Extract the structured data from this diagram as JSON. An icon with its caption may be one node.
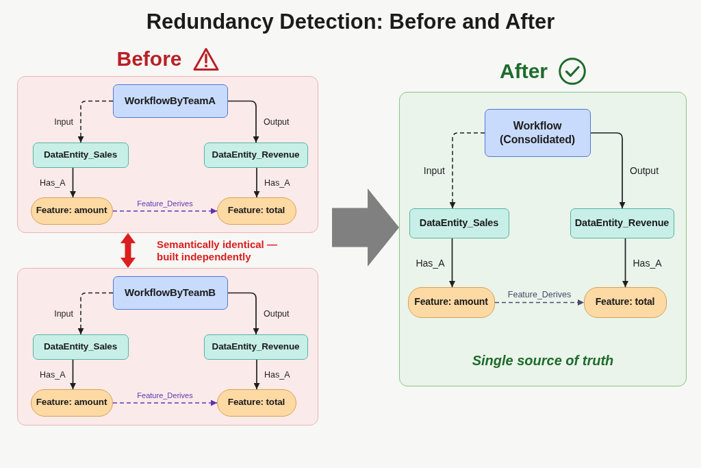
{
  "diagram": {
    "title": "Redundancy Detection: Before and After",
    "nodes": [
      {
        "text": [
          "Before"
        ]
      },
      {
        "text": [
          "WorkflowByTeamA"
        ],
        "in": 0
      },
      {
        "text": [
          "DataEntity_Sales"
        ],
        "in": 0
      },
      {
        "text": [
          "DataEntity_Revenue"
        ],
        "in": 0
      },
      {
        "text": [
          "Feature: amount"
        ],
        "in": 0
      },
      {
        "text": [
          "Feature: total"
        ],
        "in": 0
      },
      {
        "text": [],
        "shape": "box"
      },
      {
        "text": [
          "WorkflowByTeamB"
        ],
        "in": 6
      },
      {
        "text": [
          "DataEntity_Sales"
        ],
        "in": 6
      },
      {
        "text": [
          "DataEntity_Revenue"
        ],
        "in": 6
      },
      {
        "text": [
          "Feature: amount"
        ],
        "in": 6
      },
      {
        "text": [
          "Feature: total"
        ],
        "in": 6
      },
      {
        "text": [
          "After",
          "Single source of truth"
        ]
      },
      {
        "text": [
          "Workflow (Consolidated)"
        ],
        "in": 12
      },
      {
        "text": [
          "DataEntity_Sales"
        ],
        "in": 12
      },
      {
        "text": [
          "DataEntity_Revenue"
        ],
        "in": 12
      },
      {
        "text": [
          "Feature: amount"
        ],
        "in": 12
      },
      {
        "text": [
          "Feature: total"
        ],
        "in": 12
      }
    ],
    "edges": [
      {
        "from": 1,
        "to": 2,
        "arrow": "to",
        "label": "Input",
        "style": "dashed"
      },
      {
        "from": 1,
        "to": 3,
        "arrow": "to",
        "label": "Output"
      },
      {
        "from": 2,
        "to": 4,
        "arrow": "to",
        "label": "Has_A"
      },
      {
        "from": 3,
        "to": 5,
        "arrow": "to",
        "label": "Has_A"
      },
      {
        "from": 4,
        "to": 5,
        "arrow": "to",
        "label": "Feature_Derives",
        "style": "dashed",
        "color": "#5b35b0"
      },
      {
        "from": 7,
        "to": 8,
        "arrow": "to",
        "label": "Input",
        "style": "dashed"
      },
      {
        "from": 7,
        "to": 9,
        "arrow": "to",
        "label": "Output"
      },
      {
        "from": 8,
        "to": 10,
        "arrow": "to",
        "label": "Has_A"
      },
      {
        "from": 9,
        "to": 11,
        "arrow": "to",
        "label": "Has_A"
      },
      {
        "from": 10,
        "to": 11,
        "arrow": "to",
        "label": "Feature_Derives",
        "style": "dashed",
        "color": "#5b35b0"
      },
      {
        "from": 0,
        "to": 6,
        "arrow": "both",
        "label": "Semantically identical — built independently",
        "style": "thick",
        "color": "#d91f1f"
      },
      {
        "from": 13,
        "to": 14,
        "arrow": "to",
        "label": "Input",
        "style": "dashed"
      },
      {
        "from": 13,
        "to": 15,
        "arrow": "to",
        "label": "Output"
      },
      {
        "from": 14,
        "to": 16,
        "arrow": "to",
        "label": "Has_A"
      },
      {
        "from": 15,
        "to": 17,
        "arrow": "to",
        "label": "Has_A"
      },
      {
        "from": 16,
        "to": 17,
        "arrow": "to",
        "label": "Feature_Derives",
        "style": "dashed",
        "color": "#4a4a70"
      },
      {
        "from": null,
        "to": 12,
        "arrow": "to",
        "style": "thick",
        "color": "#808080"
      }
    ]
  }
}
